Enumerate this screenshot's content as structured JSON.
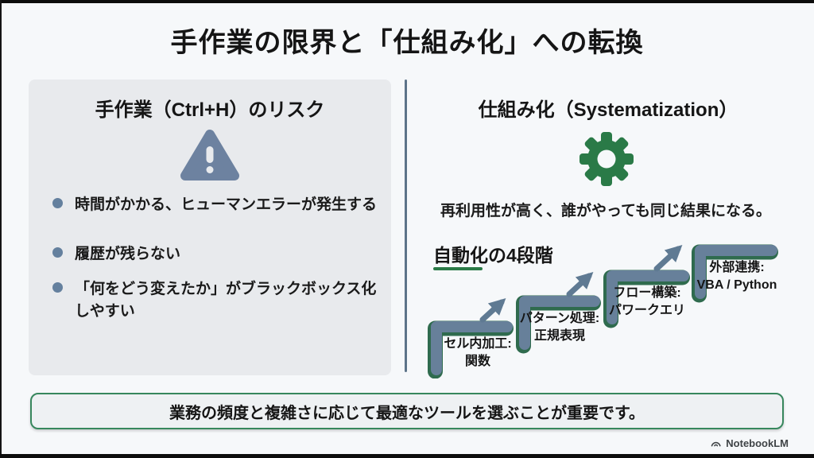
{
  "slide": {
    "title": "手作業の限界と「仕組み化」への転換",
    "footer_note": "業務の頻度と複雑さに応じて最適なツールを選ぶことが重要です。",
    "watermark": "NotebookLM"
  },
  "left_panel": {
    "title": "手作業（Ctrl+H）のリスク",
    "icon": "warning-triangle-icon",
    "bullets": [
      "時間がかかる、ヒューマンエラーが発生する",
      "履歴が残らない",
      "「何をどう変えたか」がブラックボックス化しやすい"
    ]
  },
  "right_panel": {
    "title": "仕組み化（Systematization）",
    "icon": "gear-icon",
    "description": "再利用性が高く、誰がやっても同じ結果になる。",
    "stages_title": "自動化の4段階",
    "stages": [
      {
        "label": "セル内加工:",
        "sublabel": "関数"
      },
      {
        "label": "パターン処理:",
        "sublabel": "正規表現"
      },
      {
        "label": "フロー構築:",
        "sublabel": "パワークエリ"
      },
      {
        "label": "外部連携:",
        "sublabel": "VBA / Python"
      }
    ]
  },
  "colors": {
    "page_bg": "#f6f8fa",
    "panel_bg": "#e8eaed",
    "slate_blue": "#67809a",
    "accent_green": "#2a7a47",
    "step_shadow_green": "#2f6b4e",
    "banner_border": "#37875d"
  }
}
